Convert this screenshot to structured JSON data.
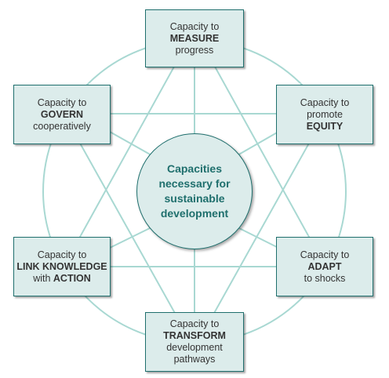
{
  "center": {
    "lines": [
      "Capacities",
      "necessary for",
      "sustainable",
      "development"
    ]
  },
  "nodes": {
    "measure": {
      "l1": "Capacity to",
      "l2": "MEASURE",
      "l3": "progress"
    },
    "equity": {
      "l1": "Capacity to",
      "l2": "promote",
      "l3": "EQUITY"
    },
    "adapt": {
      "l1": "Capacity to",
      "l2": "ADAPT",
      "l3": "to shocks"
    },
    "transform": {
      "l1": "Capacity to",
      "l2": "TRANSFORM",
      "l3": "development",
      "l4": "pathways"
    },
    "link": {
      "l1": "Capacity to",
      "l2": "LINK KNOWLEDGE",
      "l3a": "with ",
      "l3b": "ACTION"
    },
    "govern": {
      "l1": "Capacity to",
      "l2": "GOVERN",
      "l3": "cooperatively"
    }
  },
  "colors": {
    "connector": "#a8d8d2",
    "box_fill": "#dceceb",
    "box_border": "#1f6f6d",
    "center_text": "#1f6f6d"
  }
}
